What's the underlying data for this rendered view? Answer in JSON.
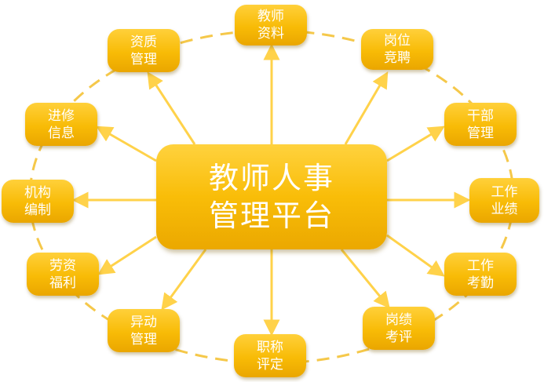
{
  "center": {
    "line1": "教师人事",
    "line2": "管理平台"
  },
  "modules": [
    {
      "id": "teacher-profile",
      "line1": "教师",
      "line2": "资料"
    },
    {
      "id": "post-recruitment",
      "line1": "岗位",
      "line2": "竞聘"
    },
    {
      "id": "cadre-management",
      "line1": "干部",
      "line2": "管理"
    },
    {
      "id": "work-performance",
      "line1": "工作",
      "line2": "业绩"
    },
    {
      "id": "work-attendance",
      "line1": "工作",
      "line2": "考勤"
    },
    {
      "id": "post-performance-review",
      "line1": "岗绩",
      "line2": "考评"
    },
    {
      "id": "title-evaluation",
      "line1": "职称",
      "line2": "评定"
    },
    {
      "id": "transfer-management",
      "line1": "异动",
      "line2": "管理"
    },
    {
      "id": "salary-benefits",
      "line1": "劳资",
      "line2": "福利"
    },
    {
      "id": "staffing",
      "line1": "机构",
      "line2": "编制"
    },
    {
      "id": "training-info",
      "line1": "进修",
      "line2": "信息"
    },
    {
      "id": "qualification-management",
      "line1": "资质",
      "line2": "管理"
    }
  ],
  "colors": {
    "node": "#f8bb06",
    "arrow": "#ffd24a",
    "ring": "#f5c84a",
    "text": "#ffffff"
  }
}
